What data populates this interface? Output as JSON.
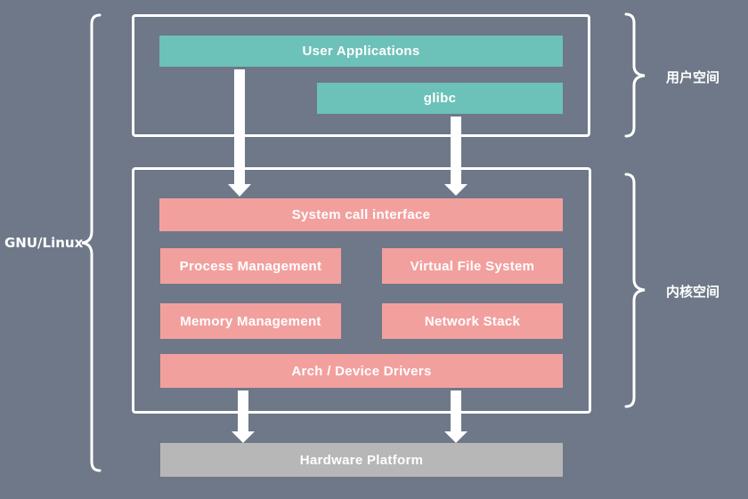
{
  "colors": {
    "background": "#6e7888",
    "user_block": "#6cc1b9",
    "kernel_block": "#f2a09e",
    "hardware_block": "#b7b7b7",
    "line": "#ffffff"
  },
  "labels": {
    "gnu_linux": "GNU/Linux",
    "user_space": "用户空间",
    "kernel_space": "内核空间"
  },
  "user_space": {
    "user_applications": "User Applications",
    "glibc": "glibc"
  },
  "kernel_space": {
    "system_call_interface": "System call interface",
    "process_management": "Process Management",
    "virtual_file_system": "Virtual File System",
    "memory_management": "Memory Management",
    "network_stack": "Network Stack",
    "arch_device_drivers": "Arch / Device Drivers"
  },
  "hardware": {
    "hardware_platform": "Hardware Platform"
  }
}
